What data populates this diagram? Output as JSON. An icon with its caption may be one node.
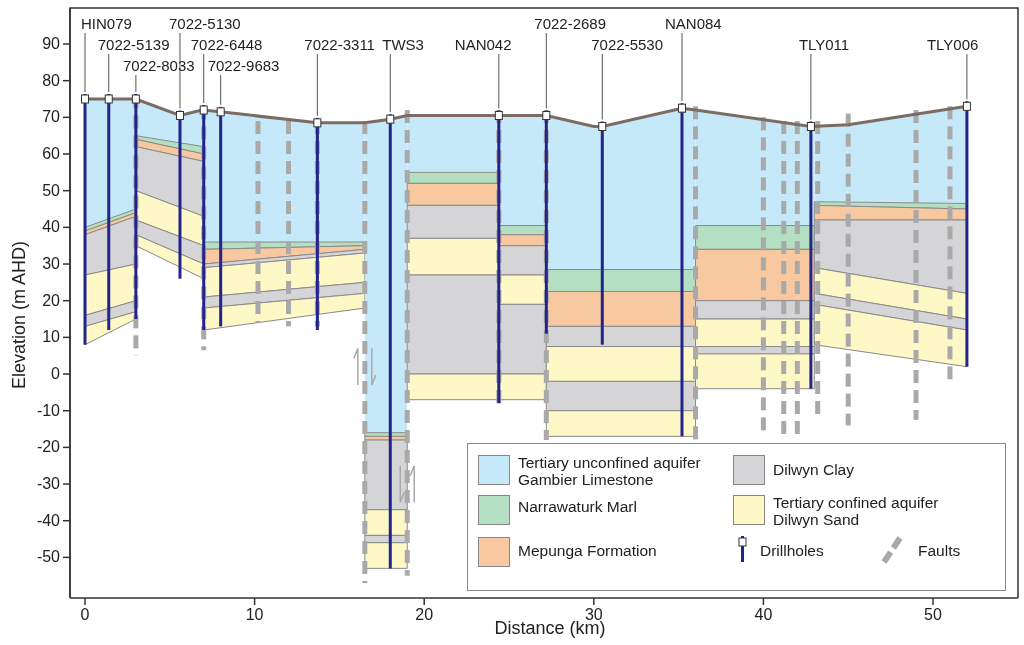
{
  "diagram": {
    "nodes": [
      {
        "text": [
          "HIN079"
        ]
      },
      {
        "text": [
          "7022-5139"
        ]
      },
      {
        "text": [
          "7022-8033"
        ]
      },
      {
        "text": [
          "7022-5130"
        ]
      },
      {
        "text": [
          "7022-6448"
        ]
      },
      {
        "text": [
          "7022-9683"
        ]
      },
      {
        "text": [
          "7022-3311"
        ]
      },
      {
        "text": [
          "TWS3"
        ]
      },
      {
        "text": [
          "NAN042"
        ]
      },
      {
        "text": [
          "7022-2689"
        ]
      },
      {
        "text": [
          "7022-5530"
        ]
      },
      {
        "text": [
          "NAN084"
        ]
      },
      {
        "text": [
          "TLY011"
        ]
      },
      {
        "text": [
          "TLY006"
        ]
      },
      {
        "text": [],
        "shape": "bar"
      },
      {
        "text": [],
        "shape": "bar"
      },
      {
        "text": [],
        "shape": "bar"
      },
      {
        "text": [],
        "shape": "bar"
      },
      {
        "text": [],
        "shape": "bar"
      },
      {
        "text": [],
        "shape": "bar"
      },
      {
        "text": [],
        "shape": "bar"
      },
      {
        "text": [],
        "shape": "bar"
      },
      {
        "text": [],
        "shape": "bar"
      },
      {
        "text": [],
        "shape": "bar"
      },
      {
        "text": [],
        "shape": "bar"
      },
      {
        "text": [],
        "shape": "bar"
      },
      {
        "text": [],
        "shape": "bar"
      },
      {
        "text": [],
        "shape": "bar"
      }
    ],
    "edges": [
      {
        "from": 0,
        "to": 14,
        "arrow": "none"
      },
      {
        "from": 1,
        "to": 15,
        "arrow": "none"
      },
      {
        "from": 2,
        "to": 16,
        "arrow": "none"
      },
      {
        "from": 3,
        "to": 17,
        "arrow": "none"
      },
      {
        "from": 4,
        "to": 18,
        "arrow": "none"
      },
      {
        "from": 5,
        "to": 19,
        "arrow": "none"
      },
      {
        "from": 6,
        "to": 20,
        "arrow": "none"
      },
      {
        "from": 7,
        "to": 21,
        "arrow": "none"
      },
      {
        "from": 8,
        "to": 22,
        "arrow": "none"
      },
      {
        "from": 9,
        "to": 23,
        "arrow": "none"
      },
      {
        "from": 10,
        "to": 24,
        "arrow": "none"
      },
      {
        "from": 11,
        "to": 25,
        "arrow": "none"
      },
      {
        "from": 12,
        "to": 26,
        "arrow": "none"
      },
      {
        "from": 13,
        "to": 27,
        "arrow": "none"
      }
    ],
    "labels": [
      "90",
      "80",
      "70",
      "60",
      "50",
      "40",
      "30",
      "20",
      "10",
      "0",
      "-10",
      "-20",
      "-30",
      "-40",
      "-50",
      "Elevation (m AHD)",
      "0",
      "10",
      "20",
      "30",
      "40",
      "50",
      "Distance (km)"
    ],
    "legend": [
      {
        "text": "Tertiary unconfined aquifer Gambier Limestone",
        "color": "#c6e9f9"
      },
      {
        "text": "Dilwyn Clay",
        "color": "#d5d5d7"
      },
      {
        "text": "Narrawaturk Marl",
        "color": "#b5dfc2"
      },
      {
        "text": "Tertiary confined aquifer Dilwyn Sand",
        "color": "#fdf8c6"
      },
      {
        "text": "Mepunga Formation",
        "color": "#f8c9a0"
      },
      {
        "text": "Drillholes"
      },
      {
        "text": "Faults"
      }
    ]
  }
}
